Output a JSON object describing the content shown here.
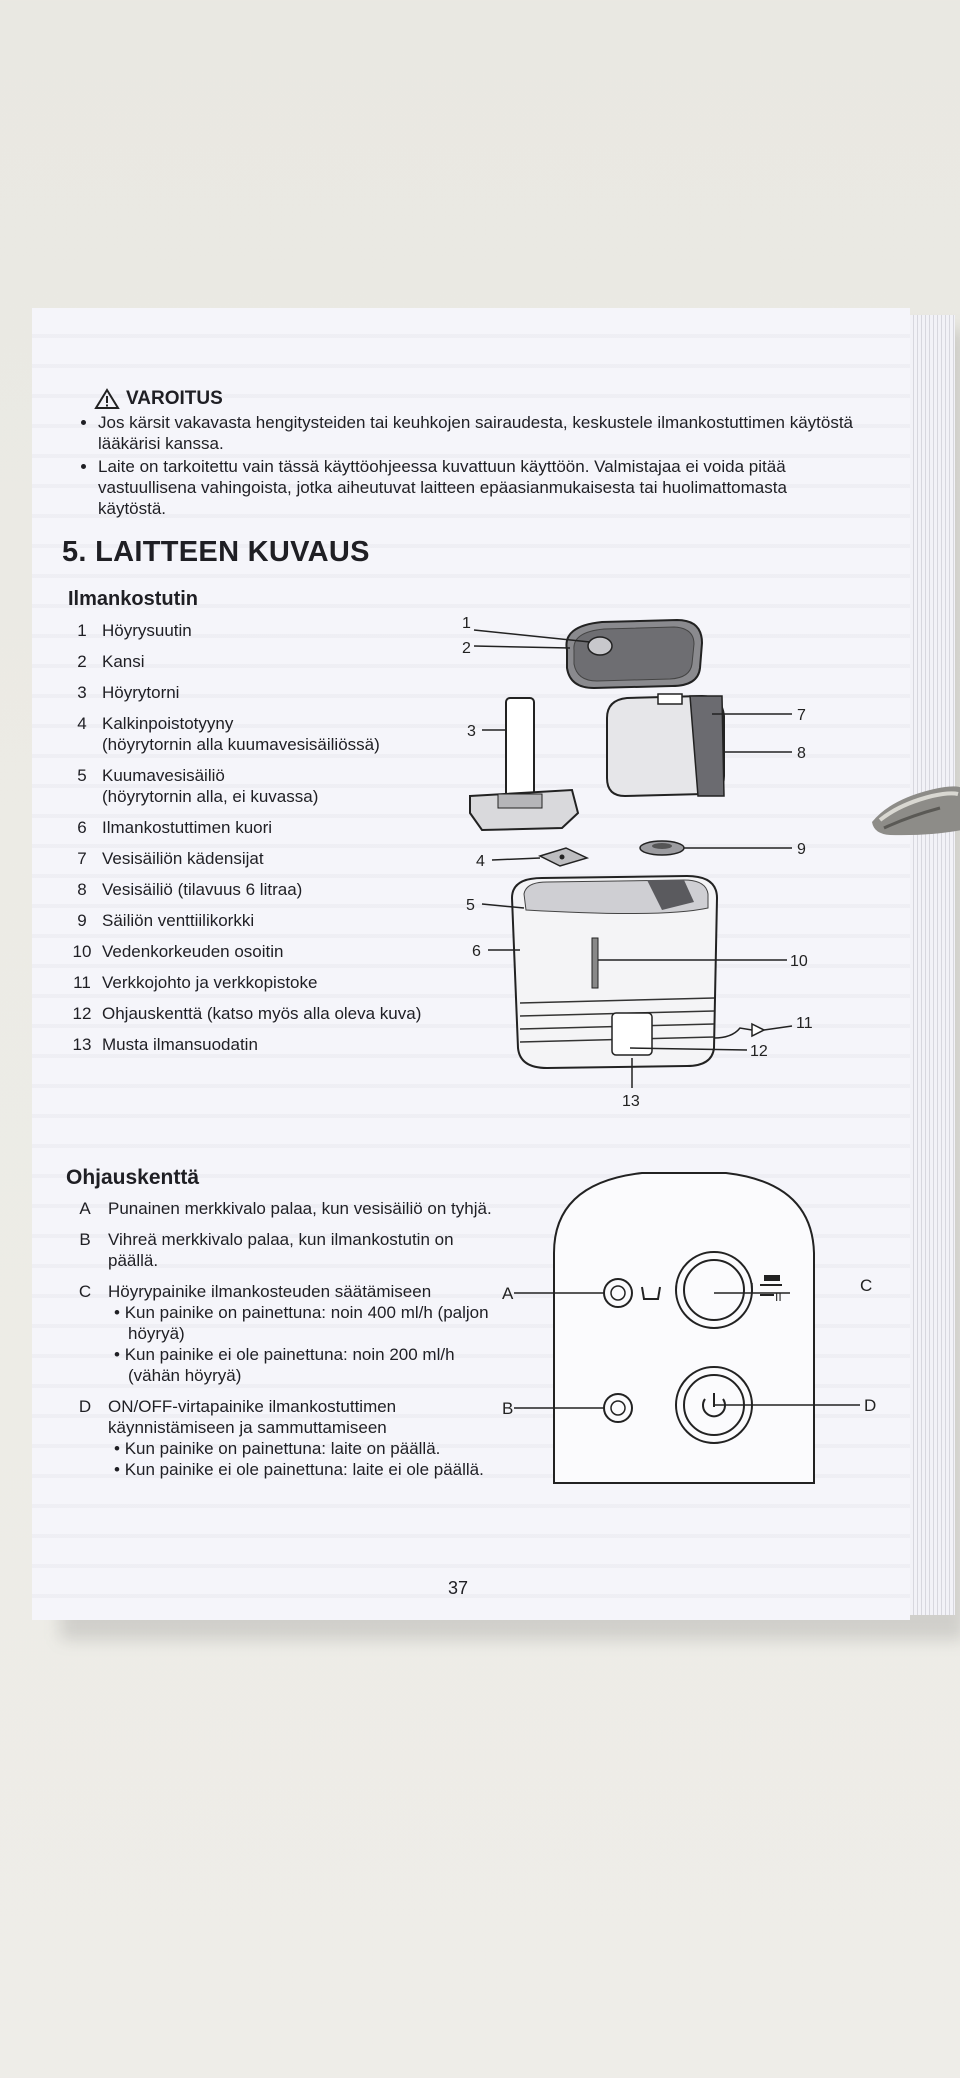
{
  "warning": {
    "title": "VAROITUS",
    "items": [
      "Jos kärsit vakavasta hengitysteiden tai keuhkojen sairaudesta, keskustele ilmankostuttimen käytöstä lääkärisi kanssa.",
      "Laite on tarkoitettu vain tässä käyttöohjeessa kuvattuun käyttöön. Valmistajaa ei voida pitää vastuullisena vahingoista, jotka aiheutuvat laitteen epäasianmukaisesta tai huolimattomasta käytöstä."
    ]
  },
  "section": {
    "title": "5. LAITTEEN KUVAUS",
    "subtitle": "Ilmankostutin",
    "parts": [
      {
        "n": "1",
        "t": "Höyrysuutin"
      },
      {
        "n": "2",
        "t": "Kansi"
      },
      {
        "n": "3",
        "t": "Höyrytorni"
      },
      {
        "n": "4",
        "t": "Kalkinpoistotyyny",
        "t2": "(höyrytornin alla kuumavesisäiliössä)"
      },
      {
        "n": "5",
        "t": "Kuumavesisäiliö",
        "t2": "(höyrytornin alla, ei kuvassa)"
      },
      {
        "n": "6",
        "t": "Ilmankostuttimen kuori"
      },
      {
        "n": "7",
        "t": "Vesisäiliön kädensijat"
      },
      {
        "n": "8",
        "t": "Vesisäiliö (tilavuus 6 litraa)"
      },
      {
        "n": "9",
        "t": "Säiliön venttiilikorkki"
      },
      {
        "n": "10",
        "t": "Vedenkorkeuden osoitin"
      },
      {
        "n": "11",
        "t": "Verkkojohto ja verkkopistoke"
      },
      {
        "n": "12",
        "t": "Ohjauskenttä (katso myös alla oleva kuva)"
      },
      {
        "n": "13",
        "t": "Musta ilmansuodatin"
      }
    ],
    "diagram_numbers": [
      "1",
      "2",
      "3",
      "4",
      "5",
      "6",
      "7",
      "8",
      "9",
      "10",
      "11",
      "12",
      "13"
    ]
  },
  "control_panel": {
    "title": "Ohjauskenttä",
    "items": [
      {
        "l": "A",
        "d": "Punainen merkkivalo palaa, kun vesisäiliö on tyhjä."
      },
      {
        "l": "B",
        "d": "Vihreä merkkivalo palaa, kun ilmankostutin on päällä."
      },
      {
        "l": "C",
        "d": "Höyrypainike ilmankosteuden säätämiseen",
        "bullets": [
          "Kun painike on painettuna:  noin 400 ml/h (paljon höyryä)",
          "Kun painike ei ole painettuna: noin 200 ml/h (vähän höyryä)"
        ]
      },
      {
        "l": "D",
        "d": "ON/OFF-virtapainike ilmankostuttimen käynnistämiseen ja sammuttamiseen",
        "bullets": [
          "Kun painike on painettuna: laite on päällä.",
          "Kun painike ei ole painettuna: laite ei ole päällä."
        ]
      }
    ],
    "diagram_labels": {
      "a": "A",
      "b": "B",
      "c": "C",
      "d": "D",
      "c_mark": "II"
    }
  },
  "page_number": "37"
}
